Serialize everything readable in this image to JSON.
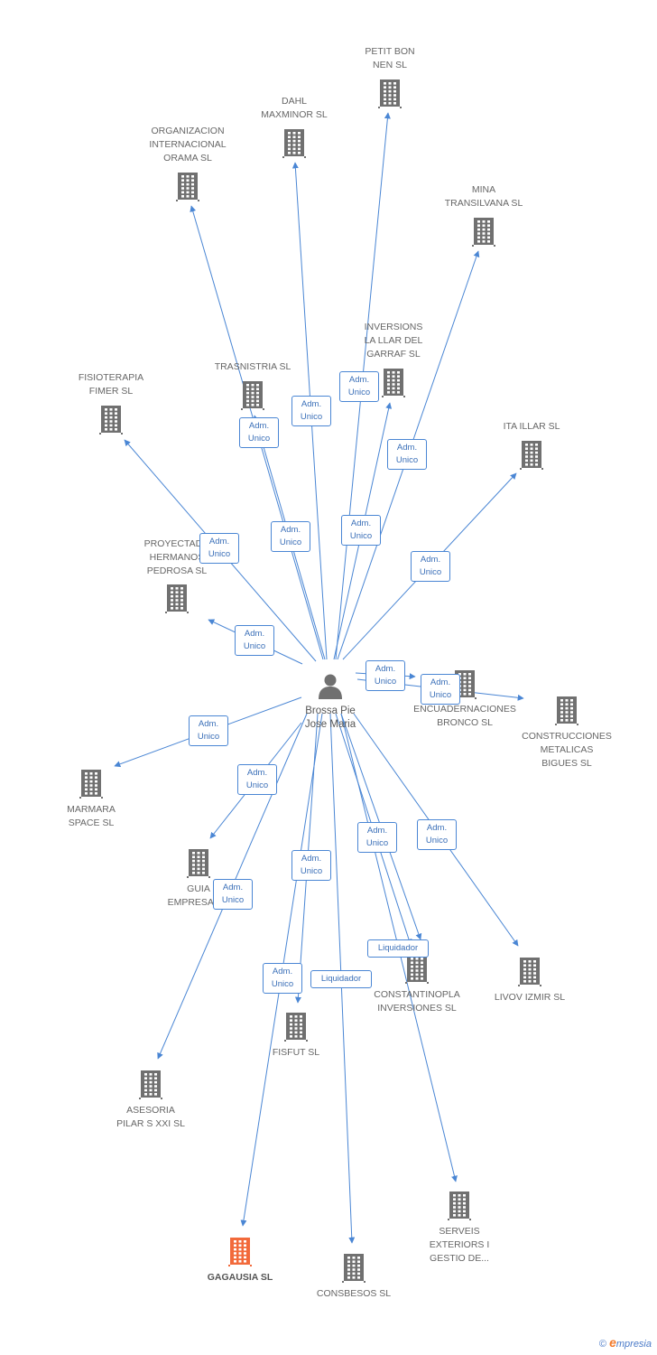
{
  "center": {
    "name": "Brossa Pie\nJose Maria",
    "icon": "person-icon"
  },
  "colors": {
    "edge": "#4a86d4",
    "building": "#707070",
    "building_highlight": "#f26a3b"
  },
  "nodes": [
    {
      "id": "petit-bon-nen",
      "label": "PETIT BON\nNEN SL"
    },
    {
      "id": "dahl-maxminor",
      "label": "DAHL\nMAXMINOR SL"
    },
    {
      "id": "organizacion-internacional-orama",
      "label": "ORGANIZACION\nINTERNACIONAL\nORAMA SL"
    },
    {
      "id": "mina-transilvana",
      "label": "MINA\nTRANSILVANA SL"
    },
    {
      "id": "inversions-la-llar",
      "label": "INVERSIONS\nLA LLAR DEL\nGARRAF SL"
    },
    {
      "id": "trasnistria",
      "label": "TRASNISTRIA SL"
    },
    {
      "id": "fisioterapia-fimer",
      "label": "FISIOTERAPIA\nFIMER SL"
    },
    {
      "id": "ita-illar",
      "label": "ITA ILLAR SL"
    },
    {
      "id": "proyectado-hermanos",
      "label": "PROYECTADO\nHERMANOS\nPEDROSA SL"
    },
    {
      "id": "encuadernaciones-bronco",
      "label": "ENCUADERNACIONES\nBRONCO SL"
    },
    {
      "id": "construcciones-metalicas",
      "label": "CONSTRUCCIONES\nMETALICAS\nBIGUES SL"
    },
    {
      "id": "marmara-space",
      "label": "MARMARA\nSPACE SL"
    },
    {
      "id": "guia-empresaria",
      "label": "GUIA\nEMPRESARIA"
    },
    {
      "id": "constantinopla",
      "label": "CONSTANTINOPLA\nINVERSIONES SL"
    },
    {
      "id": "livov-izmir",
      "label": "LIVOV IZMIR SL"
    },
    {
      "id": "fisfut",
      "label": "FISFUT SL"
    },
    {
      "id": "asesoria-pilar",
      "label": "ASESORIA\nPILAR S XXI SL"
    },
    {
      "id": "serveis-exteriors",
      "label": "SERVEIS\nEXTERIORS I\nGESTIO DE..."
    },
    {
      "id": "gagausia",
      "label": "GAGAUSIA SL",
      "highlight": true
    },
    {
      "id": "consbesos",
      "label": "CONSBESOS SL"
    }
  ],
  "relations": [
    {
      "to": "petit-bon-nen",
      "label": "Adm.\nUnico"
    },
    {
      "to": "dahl-maxminor",
      "label": "Adm.\nUnico"
    },
    {
      "to": "organizacion-internacional-orama",
      "label": "Adm.\nUnico"
    },
    {
      "to": "mina-transilvana",
      "label": "Adm.\nUnico"
    },
    {
      "to": "inversions-la-llar",
      "label": "Adm.\nUnico"
    },
    {
      "to": "trasnistria",
      "label": "Adm.\nUnico"
    },
    {
      "to": "fisioterapia-fimer",
      "label": "Adm.\nUnico"
    },
    {
      "to": "ita-illar",
      "label": "Adm.\nUnico"
    },
    {
      "to": "proyectado-hermanos",
      "label": "Adm.\nUnico"
    },
    {
      "to": "encuadernaciones-bronco",
      "label": "Adm.\nUnico"
    },
    {
      "to": "construcciones-metalicas",
      "label": "Adm.\nUnico"
    },
    {
      "to": "marmara-space",
      "label": "Adm.\nUnico"
    },
    {
      "to": "guia-empresaria",
      "label": "Adm.\nUnico"
    },
    {
      "to": "constantinopla",
      "label": "Adm.\nUnico"
    },
    {
      "to": "constantinopla",
      "label": "Liquidador"
    },
    {
      "to": "livov-izmir",
      "label": "Adm.\nUnico"
    },
    {
      "to": "fisfut",
      "label": "Adm.\nUnico"
    },
    {
      "to": "asesoria-pilar",
      "label": "Adm.\nUnico"
    },
    {
      "to": "gagausia",
      "label": "Adm.\nUnico"
    },
    {
      "to": "consbesos",
      "label": "Liquidador"
    }
  ],
  "footer": {
    "copyright": "©",
    "brand_initial": "e",
    "brand_rest": "mpresia"
  }
}
